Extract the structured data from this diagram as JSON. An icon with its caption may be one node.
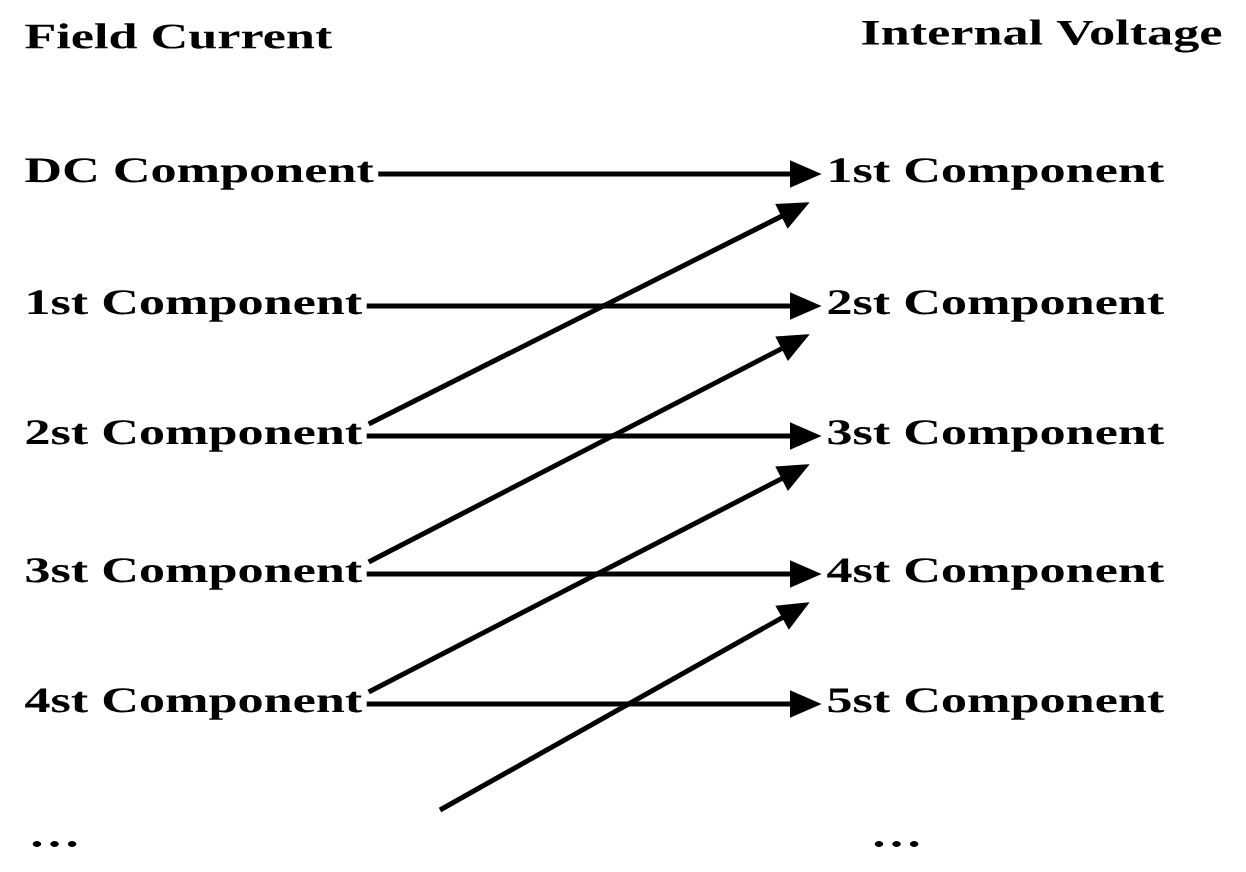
{
  "diagram": {
    "nodes": [
      {
        "text": [
          "DC Component"
        ]
      },
      {
        "text": [
          "1st Component"
        ]
      },
      {
        "text": [
          "2st Component"
        ]
      },
      {
        "text": [
          "3st Component"
        ]
      },
      {
        "text": [
          "4st Component"
        ]
      },
      {
        "text": [
          "1st Component"
        ]
      },
      {
        "text": [
          "2st Component"
        ]
      },
      {
        "text": [
          "3st Component"
        ]
      },
      {
        "text": [
          "4st Component"
        ]
      },
      {
        "text": [
          "5st Component"
        ]
      }
    ],
    "edges": [
      {
        "from": 0,
        "to": 5,
        "arrow": "to"
      },
      {
        "from": 1,
        "to": 6,
        "arrow": "to"
      },
      {
        "from": 2,
        "to": 7,
        "arrow": "to"
      },
      {
        "from": 3,
        "to": 8,
        "arrow": "to"
      },
      {
        "from": 4,
        "to": 9,
        "arrow": "to"
      },
      {
        "from": 2,
        "to": 5,
        "arrow": "to"
      },
      {
        "from": 3,
        "to": 6,
        "arrow": "to"
      },
      {
        "from": 4,
        "to": 7,
        "arrow": "to"
      },
      {
        "from": null,
        "to": 8,
        "arrow": "to"
      }
    ],
    "labels": [
      "Field Current",
      "Internal Voltage",
      "…",
      "…"
    ]
  }
}
